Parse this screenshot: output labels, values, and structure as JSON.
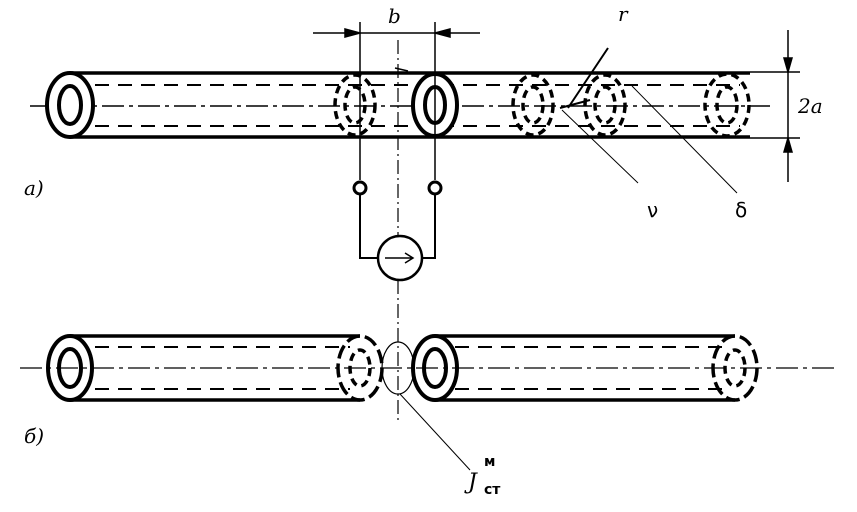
{
  "labels": {
    "b": "b",
    "r": "r",
    "two_a": "2a",
    "nu": "ν",
    "delta": "δ",
    "part_a": "а)",
    "part_b": "б)",
    "j_main": "J",
    "j_sup": "м",
    "j_sub": "ст"
  }
}
